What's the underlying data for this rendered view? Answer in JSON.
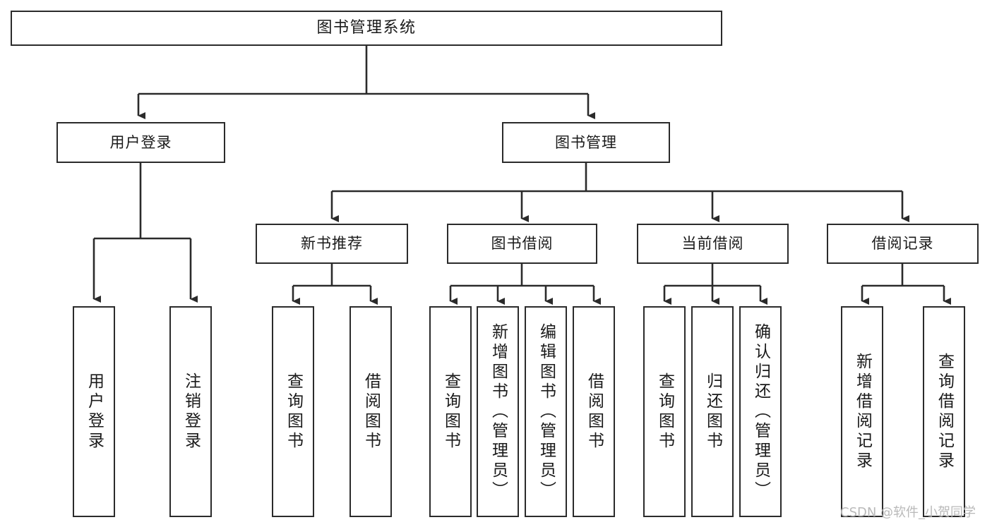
{
  "diagram": {
    "type": "tree",
    "title": "图书管理系统",
    "orientation": "top-down",
    "edge_style": "orthogonal-arrow",
    "colors": {
      "box_border": "#2b2b2b",
      "box_fill": "#ffffff",
      "connector": "#2b2b2b",
      "text": "#1a1a1a",
      "watermark": "#b9b9b9",
      "background": "#ffffff"
    }
  },
  "watermark": {
    "text": "CSDN @软件_小贺同学"
  },
  "root": {
    "label": "图书管理系统"
  },
  "level1": [
    {
      "label": "用户登录"
    },
    {
      "label": "图书管理"
    }
  ],
  "level2": [
    {
      "label": "新书推荐"
    },
    {
      "label": "图书借阅"
    },
    {
      "label": "当前借阅"
    },
    {
      "label": "借阅记录"
    }
  ],
  "leaves": {
    "user_login": [
      {
        "label": "用户登录"
      },
      {
        "label": "注销登录"
      }
    ],
    "new_book_recommend": [
      {
        "label": "查询图书"
      },
      {
        "label": "借阅图书"
      }
    ],
    "book_borrow": [
      {
        "label": "查询图书"
      },
      {
        "label": "新增图书（管理员）"
      },
      {
        "label": "编辑图书（管理员）"
      },
      {
        "label": "借阅图书"
      }
    ],
    "current_borrow": [
      {
        "label": "查询图书"
      },
      {
        "label": "归还图书"
      },
      {
        "label": "确认归还（管理员）"
      }
    ],
    "borrow_record": [
      {
        "label": "新增借阅记录"
      },
      {
        "label": "查询借阅记录"
      }
    ]
  }
}
